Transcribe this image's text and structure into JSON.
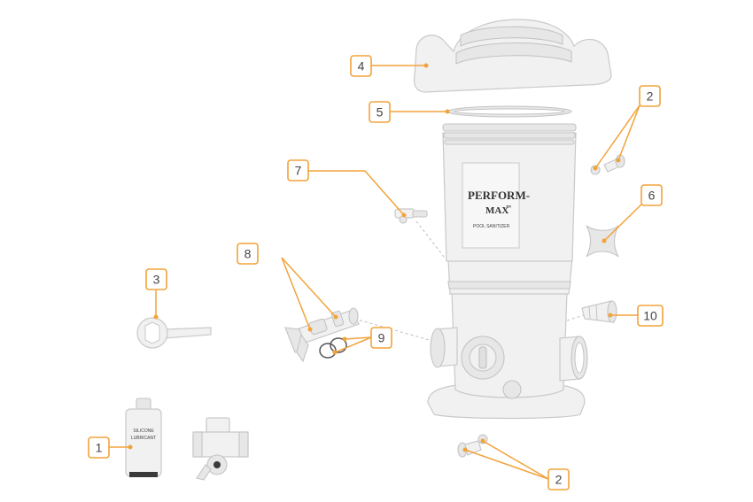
{
  "callouts": [
    {
      "id": "c4",
      "label": "4"
    },
    {
      "id": "c5",
      "label": "5"
    },
    {
      "id": "c2a",
      "label": "2"
    },
    {
      "id": "c7",
      "label": "7"
    },
    {
      "id": "c6",
      "label": "6"
    },
    {
      "id": "c8",
      "label": "8"
    },
    {
      "id": "c3",
      "label": "3"
    },
    {
      "id": "c9",
      "label": "9"
    },
    {
      "id": "c10",
      "label": "10"
    },
    {
      "id": "c1",
      "label": "1"
    },
    {
      "id": "c2b",
      "label": "2"
    }
  ],
  "product": {
    "brand_line1": "PERFORM-",
    "brand_line2": "MAX",
    "trademark": "™",
    "subtitle": "POOL SANITIZER"
  },
  "lubricant": {
    "line1": "SILICONE",
    "line2": "LUBRICANT"
  },
  "colors": {
    "accent": "#f2a33a",
    "part_fill": "#f1f1f1",
    "part_stroke": "#c9c9c9",
    "text": "#444444"
  }
}
